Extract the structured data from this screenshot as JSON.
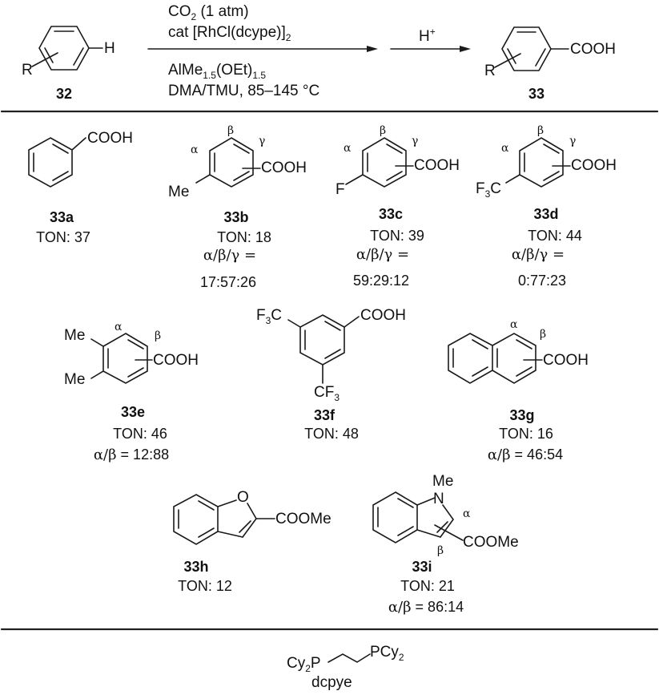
{
  "scheme": {
    "reactant": {
      "id": "32",
      "substituent": "R",
      "atom": "H"
    },
    "conditions_above": {
      "line1": {
        "main": "CO",
        "sub": "2",
        "rest": " (1 atm)"
      },
      "line2": {
        "main": "cat [RhCl(dcype)]",
        "sub": "2"
      }
    },
    "conditions_below": {
      "line1": {
        "main": "AlMe",
        "sub1": "1.5",
        "mid": "(OEt)",
        "sub2": "1.5"
      },
      "line2": "DMA/TMU, 85–145 °C"
    },
    "second_step": {
      "main": "H",
      "sup": "+"
    },
    "product": {
      "id": "33",
      "substituent": "R",
      "group": "COOH"
    }
  },
  "entries": [
    {
      "id": "33a",
      "group": "COOH",
      "ton": "TON: 37"
    },
    {
      "id": "33b",
      "group": "COOH",
      "substituent": "Me",
      "positions": [
        "α",
        "β",
        "γ"
      ],
      "ton": "TON: 18",
      "ratio_label": "α/β/γ =",
      "ratio": "17:57:26"
    },
    {
      "id": "33c",
      "group": "COOH",
      "substituent": "F",
      "positions": [
        "α",
        "β",
        "γ"
      ],
      "ton": "TON: 39",
      "ratio_label": "α/β/γ =",
      "ratio": "59:29:12"
    },
    {
      "id": "33d",
      "group": "COOH",
      "substituent": {
        "main": "F",
        "sub": "3",
        "rest": "C"
      },
      "positions": [
        "α",
        "β",
        "γ"
      ],
      "ton": "TON: 44",
      "ratio_label": "α/β/γ =",
      "ratio": "0:77:23"
    },
    {
      "id": "33e",
      "group": "COOH",
      "substituents": [
        "Me",
        "Me"
      ],
      "positions": [
        "α",
        "β"
      ],
      "ton": "TON: 46",
      "ratio_label": "α/β",
      "ratio": " = 12:88"
    },
    {
      "id": "33f",
      "group": "COOH",
      "substituents": [
        {
          "main": "F",
          "sub": "3",
          "rest": "C"
        },
        {
          "main": "CF",
          "sub": "3"
        }
      ],
      "ton": "TON: 48"
    },
    {
      "id": "33g",
      "group": "COOH",
      "positions": [
        "α",
        "β"
      ],
      "ton": "TON: 16",
      "ratio_label": "α/β",
      "ratio": " = 46:54"
    },
    {
      "id": "33h",
      "group": "COOMe",
      "heteroatom": "O",
      "ton": "TON: 12"
    },
    {
      "id": "33i",
      "group": "COOMe",
      "heteroatom": "N",
      "n_substituent": "Me",
      "positions": [
        "α",
        "β"
      ],
      "ton": "TON: 21",
      "ratio_label": "α/β",
      "ratio": " = 86:14"
    }
  ],
  "ligand": {
    "left": {
      "main": "Cy",
      "sub": "2",
      "rest": "P"
    },
    "right": {
      "main": "PCy",
      "sub": "2"
    },
    "name": "dcpye"
  }
}
